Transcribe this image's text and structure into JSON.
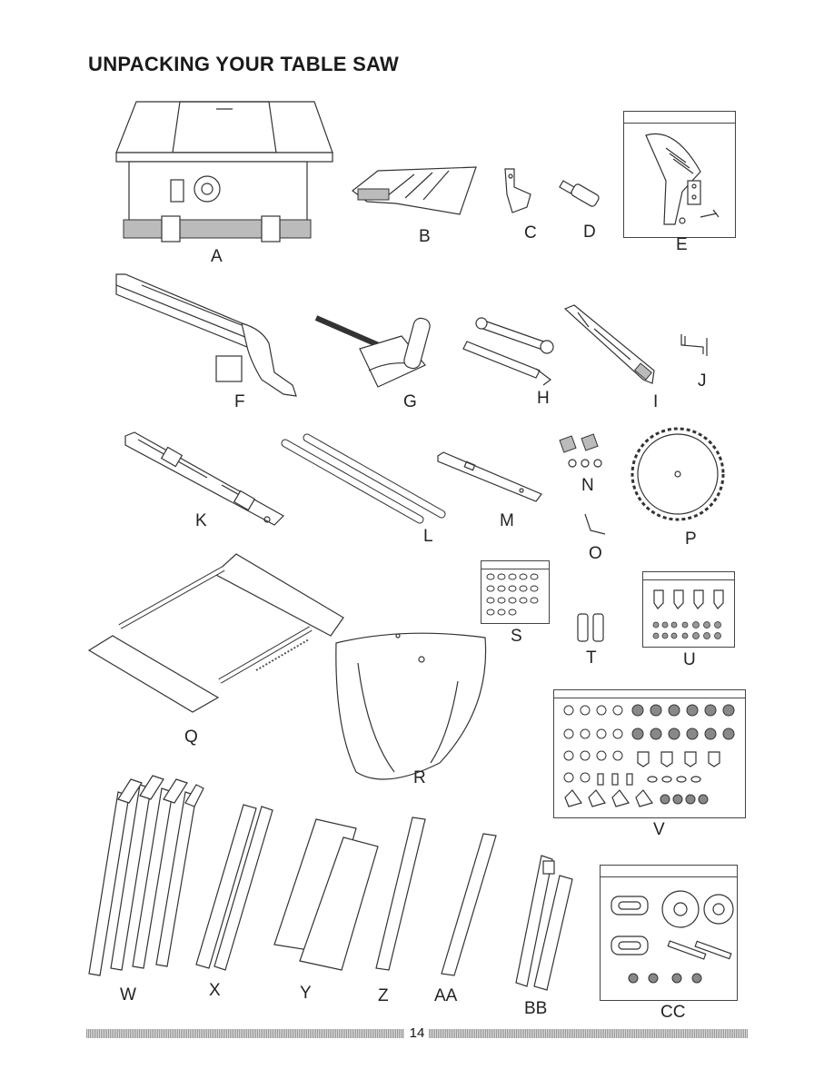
{
  "page": {
    "title": "UNPACKING YOUR TABLE SAW",
    "page_number": "14"
  },
  "parts": {
    "A": "A",
    "B": "B",
    "C": "C",
    "D": "D",
    "E": "E",
    "F": "F",
    "G": "G",
    "H": "H",
    "I": "I",
    "J": "J",
    "K": "K",
    "L": "L",
    "M": "M",
    "N": "N",
    "O": "O",
    "P": "P",
    "Q": "Q",
    "R": "R",
    "S": "S",
    "T": "T",
    "U": "U",
    "V": "V",
    "W": "W",
    "X": "X",
    "Y": "Y",
    "Z": "Z",
    "AA": "AA",
    "BB": "BB",
    "CC": "CC"
  }
}
